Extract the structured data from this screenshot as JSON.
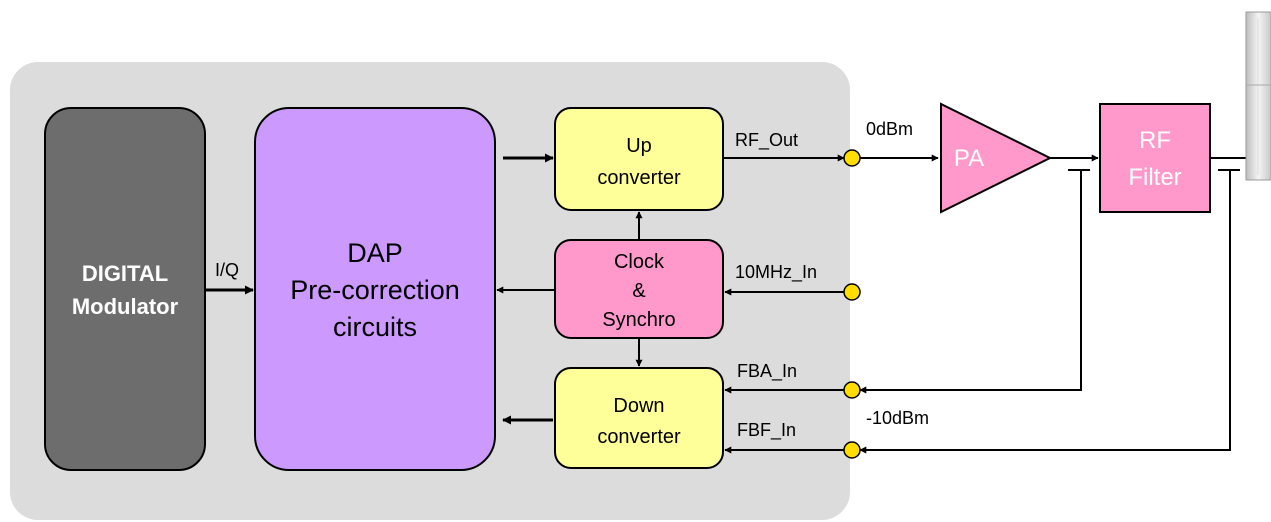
{
  "blocks": {
    "digital_modulator": {
      "line1": "DIGITAL",
      "line2": "Modulator"
    },
    "dap": {
      "line1": "DAP",
      "line2": "Pre-correction",
      "line3": "circuits"
    },
    "up_converter": {
      "line1": "Up",
      "line2": "converter"
    },
    "clock": {
      "line1": "Clock",
      "line2": "&",
      "line3": "Synchro"
    },
    "down_converter": {
      "line1": "Down",
      "line2": "converter"
    },
    "pa": {
      "label": "PA"
    },
    "rf_filter": {
      "line1": "RF",
      "line2": "Filter"
    }
  },
  "signals": {
    "iq": "I/Q",
    "rf_out": "RF_Out",
    "mhz_in": "10MHz_In",
    "fba_in": "FBA_In",
    "fbf_in": "FBF_In",
    "level_out": "0dBm",
    "level_fb": "-10dBm"
  },
  "colors": {
    "panel": "#dcdcdc",
    "modulator": "#6d6d6d",
    "dap": "#cc99ff",
    "converter": "#ffff99",
    "clock": "#ff99cc",
    "pa": "#ff99cc",
    "filter": "#ff99cc",
    "port": "#ffdd00"
  }
}
